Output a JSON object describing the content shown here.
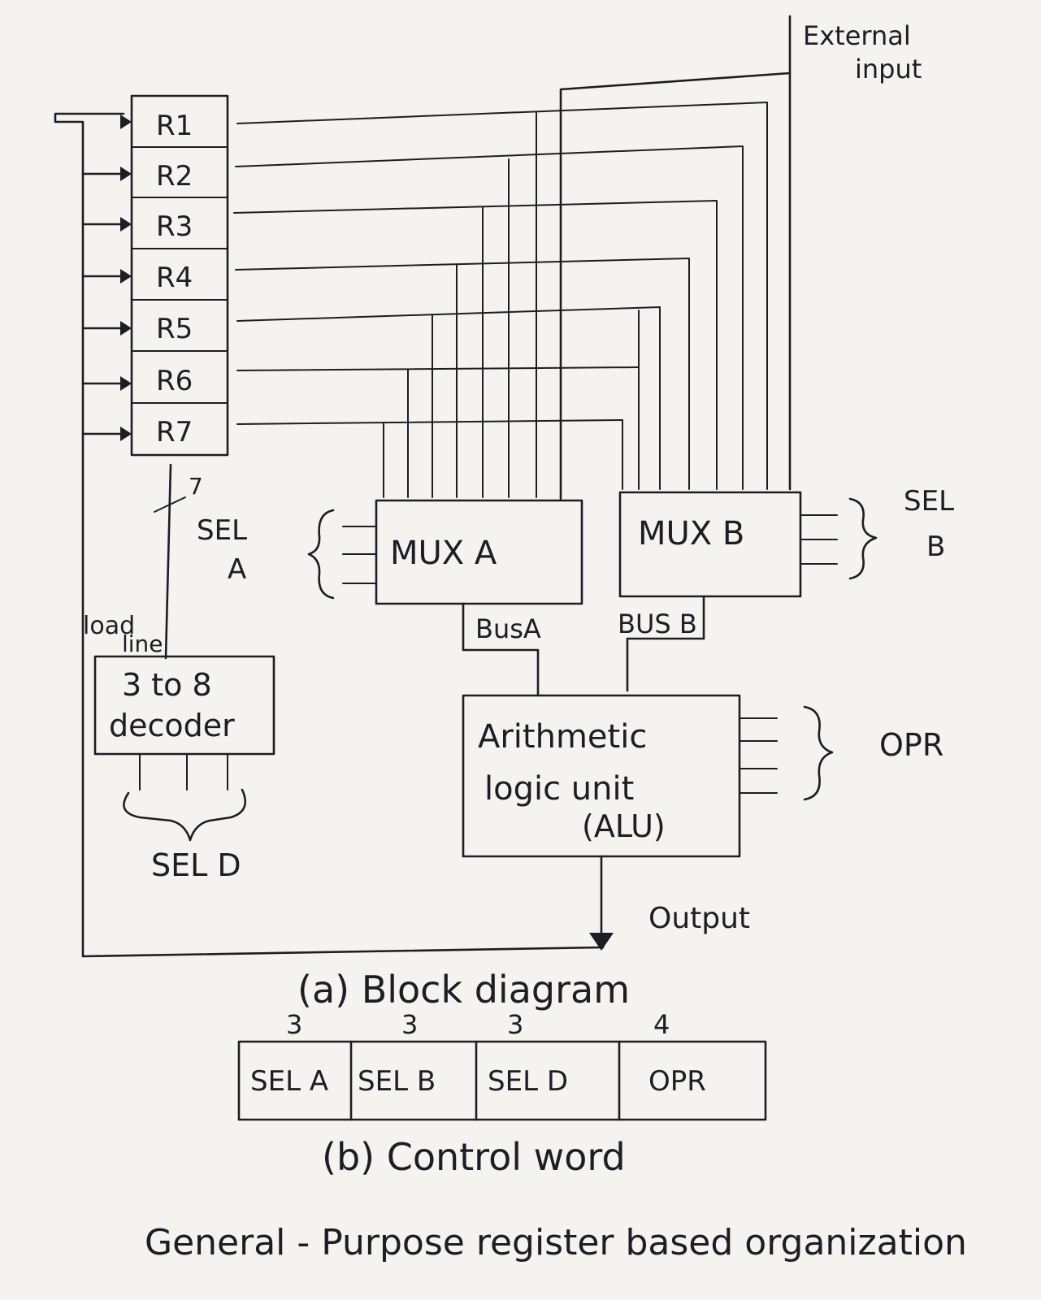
{
  "labels": {
    "external_input": "External input",
    "sel_a": "SEL A",
    "sel_b": "SEL B",
    "sel_d": "SEL D",
    "opr": "OPR",
    "load_line": "load line",
    "bit_width_7": "7",
    "output": "Output"
  },
  "registers": [
    "R1",
    "R2",
    "R3",
    "R4",
    "R5",
    "R6",
    "R7"
  ],
  "blocks": {
    "mux_a": "MUX A",
    "mux_b": "MUX B",
    "bus_a": "BusA",
    "bus_b": "BUS B",
    "decoder_line1": "3 to 8",
    "decoder_line2": "decoder",
    "alu_line1": "Arithmetic",
    "alu_line2": "logic unit",
    "alu_line3": "(ALU)"
  },
  "captions": {
    "block_diagram": "(a) Block diagram",
    "control_word": "(b) Control word",
    "page_title": "General - Purpose register based organization"
  },
  "control_word": {
    "fields": [
      {
        "label": "SEL A",
        "bits": "3"
      },
      {
        "label": "SEL B",
        "bits": "3"
      },
      {
        "label": "SEL D",
        "bits": "3"
      },
      {
        "label": "OPR",
        "bits": "4"
      }
    ]
  },
  "colors": {
    "ink": "#1d1d24",
    "paper": "#f4f3ef"
  }
}
